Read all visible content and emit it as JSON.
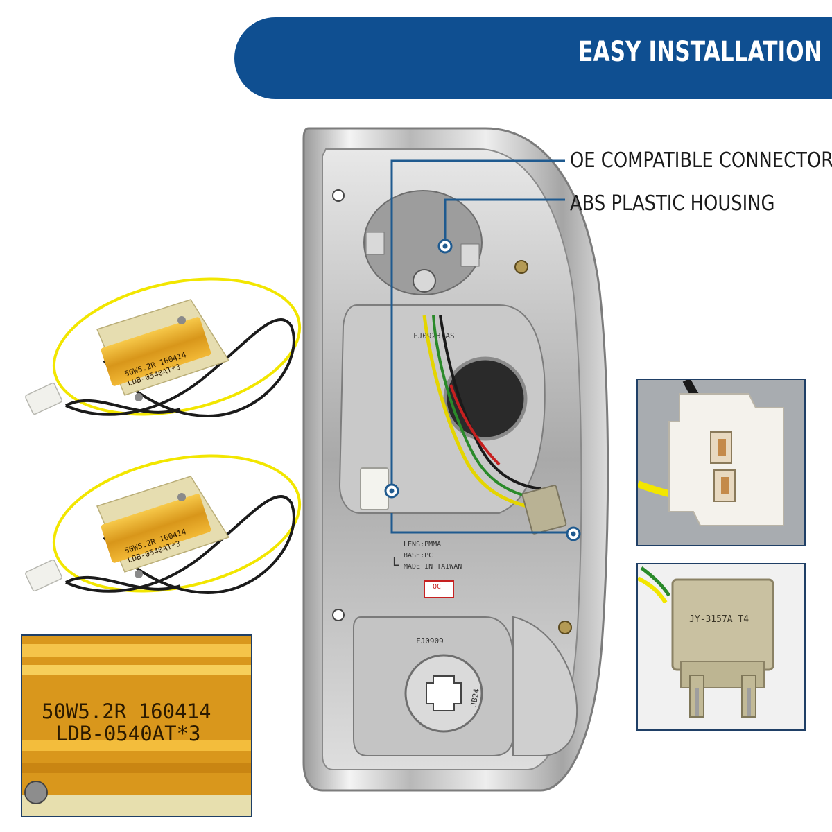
{
  "banner": {
    "title": "EASY INSTALLATION"
  },
  "callouts": [
    {
      "label": "OE COMPATIBLE CONNECTORS"
    },
    {
      "label": "ABS PLASTIC HOUSING"
    }
  ],
  "resistor": {
    "line1": "50W5.2R 160414",
    "line2": "LDB-0540AT*3"
  },
  "housing_marks": {
    "lens": "LENS:PMMA",
    "base": "BASE:PC",
    "origin": "MADE IN TAIWAN",
    "qc": "QC",
    "side": "L",
    "top_code": "FJ0923.AS",
    "bottom_code": "FJ0909",
    "socket_code": "JB24"
  },
  "connector": {
    "code": "JY-3157A T4"
  },
  "colors": {
    "banner": "#0f4f91",
    "wire_yellow": "#f2e600",
    "resistor_gold": "#e0a41c",
    "inset_border": "#1f3f66"
  }
}
